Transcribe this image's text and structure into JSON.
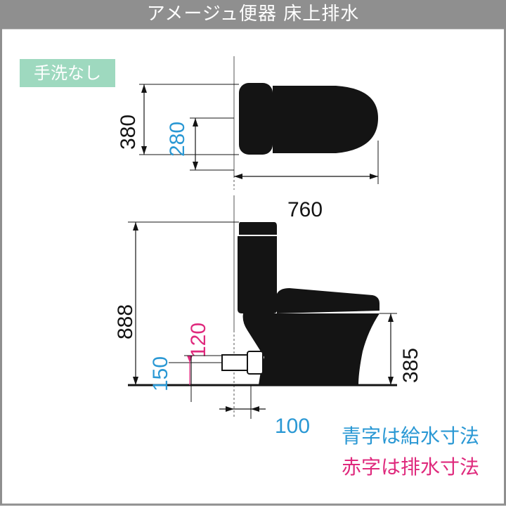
{
  "title": "アメージュ便器 床上排水",
  "badge": "手洗なし",
  "colors": {
    "supply": "#2a98d4",
    "drain": "#df2a7d",
    "body": "#141414",
    "title_bg": "#8f8f8f",
    "badge_bg": "#9ed9bf"
  },
  "dimensions": {
    "top_height": "380",
    "top_supply": "280",
    "depth": "760",
    "total_height": "888",
    "drain_height": "120",
    "supply_height": "150",
    "seat_height": "385",
    "supply_offset": "100"
  },
  "legend": {
    "blue": "青字は給水寸法",
    "red": "赤字は排水寸法"
  }
}
